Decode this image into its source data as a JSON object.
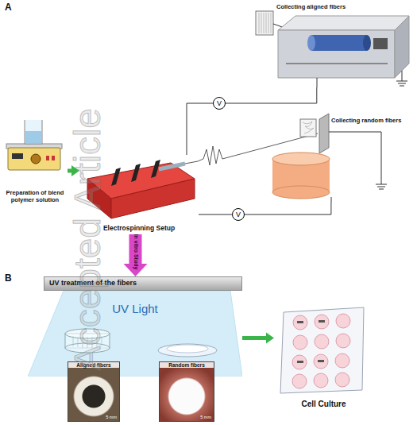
{
  "diagram": {
    "nodes": [
      {
        "text": [
          "Preparation of blend polymer solution"
        ]
      },
      {
        "text": [
          "Electrospinning Setup"
        ]
      },
      {
        "text": [
          "Collecting aligned fibers"
        ]
      },
      {
        "text": [
          "Collecting random fibers"
        ]
      },
      {
        "text": [
          "UV treatment of the fibers"
        ]
      },
      {
        "text": [
          "UV Light"
        ]
      },
      {
        "text": [
          "Aligned fibers",
          "5 mm"
        ]
      },
      {
        "text": [
          "Random fibers",
          "5 mm"
        ]
      },
      {
        "text": [
          "Cell Culture"
        ]
      }
    ],
    "edges": [
      {
        "from": 0,
        "to": 1,
        "arrow": "to"
      },
      {
        "from": 1,
        "to": 2,
        "label": "V",
        "arrow": "none"
      },
      {
        "from": 1,
        "to": 3,
        "label": "V",
        "arrow": "none"
      },
      {
        "from": 1,
        "to": 4,
        "label": "In vitro Study",
        "arrow": "to"
      },
      {
        "from": 5,
        "to": 8,
        "arrow": "to"
      }
    ],
    "labels": [
      "A",
      "B",
      "Accepted Article"
    ]
  }
}
